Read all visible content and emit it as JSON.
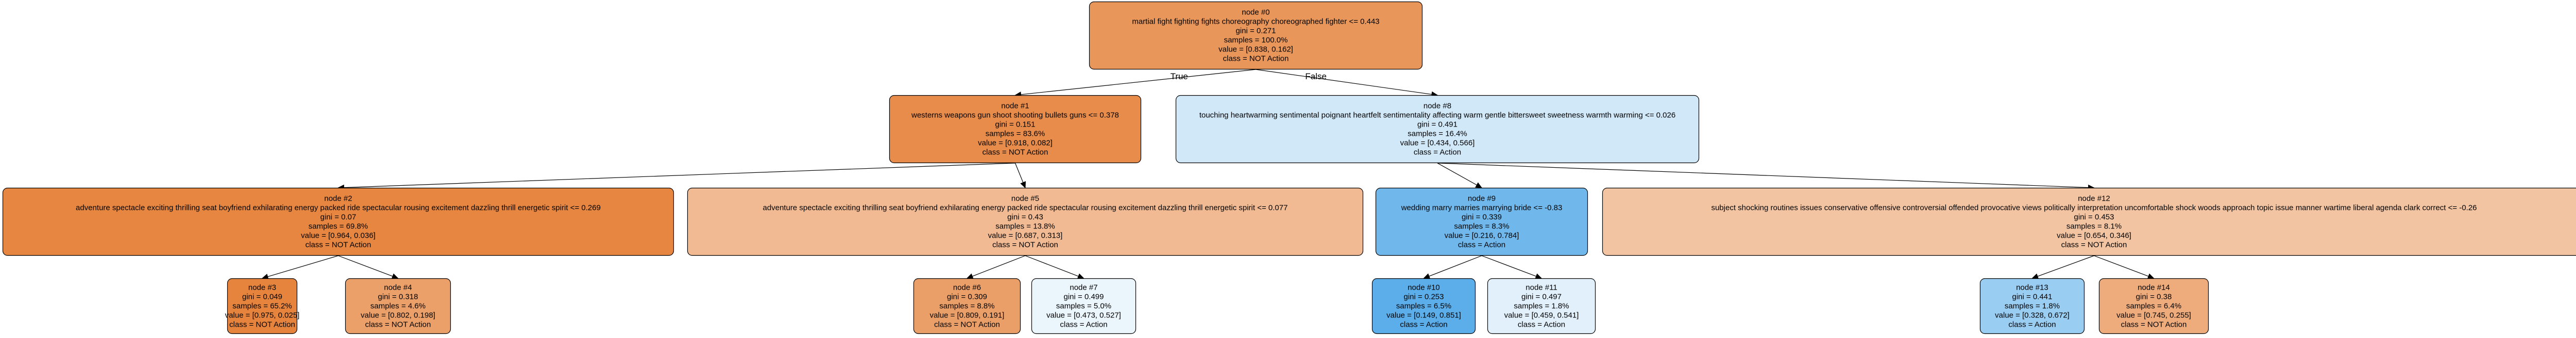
{
  "nodes": [
    {
      "id": 0,
      "lines": [
        "node #0",
        "martial fight fighting fights choreography choreographed fighter  <= 0.443",
        "gini = 0.271",
        "samples = 100.0%",
        "value = [0.838, 0.162]",
        "class = NOT Action"
      ],
      "fill": "#e9965a"
    },
    {
      "id": 1,
      "lines": [
        "node #1",
        "westerns weapons gun shoot shooting bullets guns  <= 0.378",
        "gini = 0.151",
        "samples = 83.6%",
        "value = [0.918, 0.082]",
        "class = NOT Action"
      ],
      "fill": "#e78c4b"
    },
    {
      "id": 2,
      "lines": [
        "node #2",
        "adventure spectacle exciting thrilling seat boyfriend exhilarating energy packed ride spectacular rousing excitement dazzling thrill energetic spirit  <= 0.269",
        "gini = 0.07",
        "samples = 69.8%",
        "value = [0.964, 0.036]",
        "class = NOT Action"
      ],
      "fill": "#e68640"
    },
    {
      "id": 3,
      "lines": [
        "node #3",
        "gini = 0.049",
        "samples = 65.2%",
        "value = [0.975, 0.025]",
        "class = NOT Action"
      ],
      "fill": "#e6843e"
    },
    {
      "id": 4,
      "lines": [
        "node #4",
        "gini = 0.318",
        "samples = 4.6%",
        "value = [0.802, 0.198]",
        "class = NOT Action"
      ],
      "fill": "#eba06a"
    },
    {
      "id": 5,
      "lines": [
        "node #5",
        "adventure spectacle exciting thrilling seat boyfriend exhilarating energy packed ride spectacular rousing excitement dazzling thrill energetic spirit  <= 0.077",
        "gini = 0.43",
        "samples = 13.8%",
        "value = [0.687, 0.313]",
        "class = NOT Action"
      ],
      "fill": "#f1ba93"
    },
    {
      "id": 6,
      "lines": [
        "node #6",
        "gini = 0.309",
        "samples = 8.8%",
        "value = [0.809, 0.191]",
        "class = NOT Action"
      ],
      "fill": "#eb9f68"
    },
    {
      "id": 7,
      "lines": [
        "node #7",
        "gini = 0.499",
        "samples = 5.0%",
        "value = [0.473, 0.527]",
        "class = Action"
      ],
      "fill": "#ebf5fc"
    },
    {
      "id": 8,
      "lines": [
        "node #8",
        "touching heartwarming sentimental poignant heartfelt sentimentality affecting warm gentle bittersweet sweetness warmth warming  <= 0.026",
        "gini = 0.491",
        "samples = 16.4%",
        "value = [0.434, 0.566]",
        "class = Action"
      ],
      "fill": "#d1e8f9"
    },
    {
      "id": 9,
      "lines": [
        "node #9",
        "wedding marry marries marrying bride  <= -0.83",
        "gini = 0.339",
        "samples = 8.3%",
        "value = [0.216, 0.784]",
        "class = Action"
      ],
      "fill": "#70b8ec"
    },
    {
      "id": 10,
      "lines": [
        "node #10",
        "gini = 0.253",
        "samples = 6.5%",
        "value = [0.149, 0.851]",
        "class = Action"
      ],
      "fill": "#5caeea"
    },
    {
      "id": 11,
      "lines": [
        "node #11",
        "gini = 0.497",
        "samples = 1.8%",
        "value = [0.459, 0.541]",
        "class = Action"
      ],
      "fill": "#e1f0fb"
    },
    {
      "id": 12,
      "lines": [
        "node #12",
        "subject shocking routines issues conservative offensive controversial offended provocative views politically interpretation uncomfortable shock woods approach topic issue manner wartime liberal agenda clark correct  <= -0.26",
        "gini = 0.453",
        "samples = 8.1%",
        "value = [0.654, 0.346]",
        "class = NOT Action"
      ],
      "fill": "#f3c4a2"
    },
    {
      "id": 13,
      "lines": [
        "node #13",
        "gini = 0.441",
        "samples = 1.8%",
        "value = [0.328, 0.672]",
        "class = Action"
      ],
      "fill": "#9acdf2"
    },
    {
      "id": 14,
      "lines": [
        "node #14",
        "gini = 0.38",
        "samples = 6.4%",
        "value = [0.745, 0.255]",
        "class = NOT Action"
      ],
      "fill": "#eeac7d"
    }
  ],
  "edges": [
    {
      "from": 0,
      "to": 1,
      "label": "True"
    },
    {
      "from": 0,
      "to": 8,
      "label": "False"
    },
    {
      "from": 1,
      "to": 2,
      "label": ""
    },
    {
      "from": 1,
      "to": 5,
      "label": ""
    },
    {
      "from": 2,
      "to": 3,
      "label": ""
    },
    {
      "from": 2,
      "to": 4,
      "label": ""
    },
    {
      "from": 5,
      "to": 6,
      "label": ""
    },
    {
      "from": 5,
      "to": 7,
      "label": ""
    },
    {
      "from": 8,
      "to": 9,
      "label": ""
    },
    {
      "from": 8,
      "to": 12,
      "label": ""
    },
    {
      "from": 9,
      "to": 10,
      "label": ""
    },
    {
      "from": 9,
      "to": 11,
      "label": ""
    },
    {
      "from": 12,
      "to": 13,
      "label": ""
    },
    {
      "from": 12,
      "to": 14,
      "label": ""
    }
  ]
}
